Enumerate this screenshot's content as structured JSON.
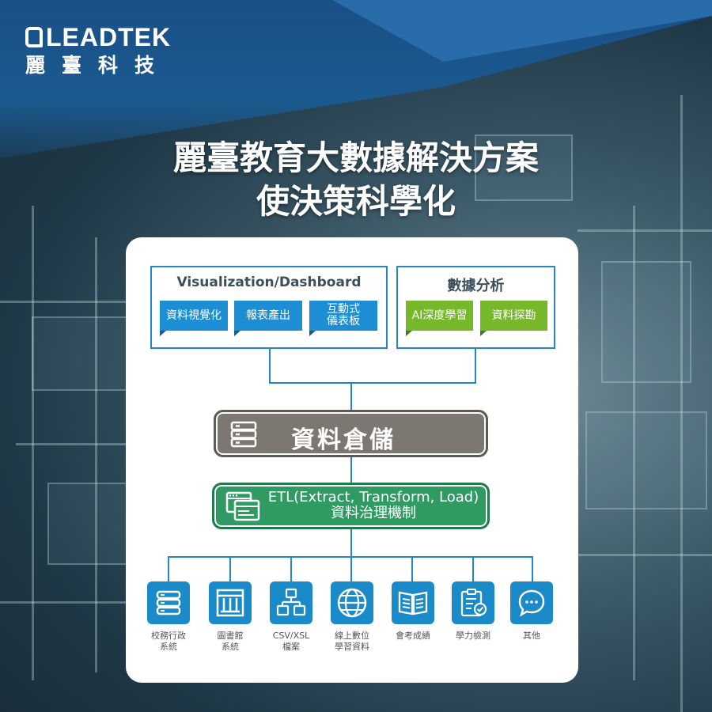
{
  "brand": {
    "name_en": "LEADTEK",
    "name_zh": "麗臺科技"
  },
  "headline": {
    "line1": "麗臺教育大數據解決方案",
    "line2": "使決策科學化"
  },
  "colors": {
    "blue": "#1d8ed3",
    "green": "#76b82a",
    "warehouse": "#7d7772",
    "etl": "#2f9b63",
    "frame": "#2587c6",
    "banner": "#1a5a90"
  },
  "top_left": {
    "title": "Visualization/Dashboard",
    "chips": [
      "資料視覺化",
      "報表產出",
      "互動式\n儀表板"
    ]
  },
  "top_right": {
    "title": "數據分析",
    "chips": [
      "AI深度學習",
      "資料探勘"
    ]
  },
  "warehouse": {
    "icon": "server-stack-icon",
    "label": "資料倉儲"
  },
  "etl": {
    "icon": "browser-windows-icon",
    "line1": "ETL(Extract, Transform, Load)",
    "line2": "資料治理機制"
  },
  "sources": [
    {
      "icon": "database-icon",
      "label": "校務行政\n系統"
    },
    {
      "icon": "library-building-icon",
      "label": "圖書館\n系統"
    },
    {
      "icon": "file-network-icon",
      "label": "CSV/XSL\n檔案"
    },
    {
      "icon": "globe-icon",
      "label": "線上數位\n學習資料"
    },
    {
      "icon": "open-book-icon",
      "label": "會考成績"
    },
    {
      "icon": "checklist-clipboard-icon",
      "label": "學力檢測"
    },
    {
      "icon": "chat-bubble-icon",
      "label": "其他"
    }
  ]
}
